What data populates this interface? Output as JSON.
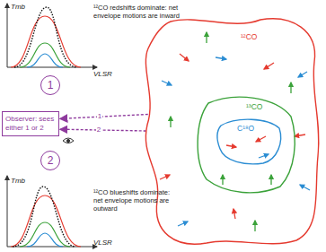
{
  "diagram": {
    "nodes": [
      {
        "text": [
          "1"
        ]
      },
      {
        "text": [
          "Observer: sees either 1 or 2"
        ]
      },
      {
        "text": [
          "2"
        ]
      },
      {
        "text": [
          "¹²CO"
        ]
      },
      {
        "text": [
          "¹³CO"
        ],
        "in": 3
      },
      {
        "text": [
          "C¹⁸O"
        ],
        "in": 4
      }
    ],
    "edges": [
      {
        "from": 3,
        "to": 1,
        "arrow": "to",
        "label": "1"
      },
      {
        "from": 3,
        "to": 1,
        "arrow": "to",
        "label": "2"
      }
    ],
    "labels": [
      "¹²CO redshifts dominate: net envelope motions are inward",
      "Tmb",
      "VLSR",
      "¹²CO blueshifts dominate: net envelope motions are outward",
      "Tmb",
      "VLSR"
    ]
  }
}
